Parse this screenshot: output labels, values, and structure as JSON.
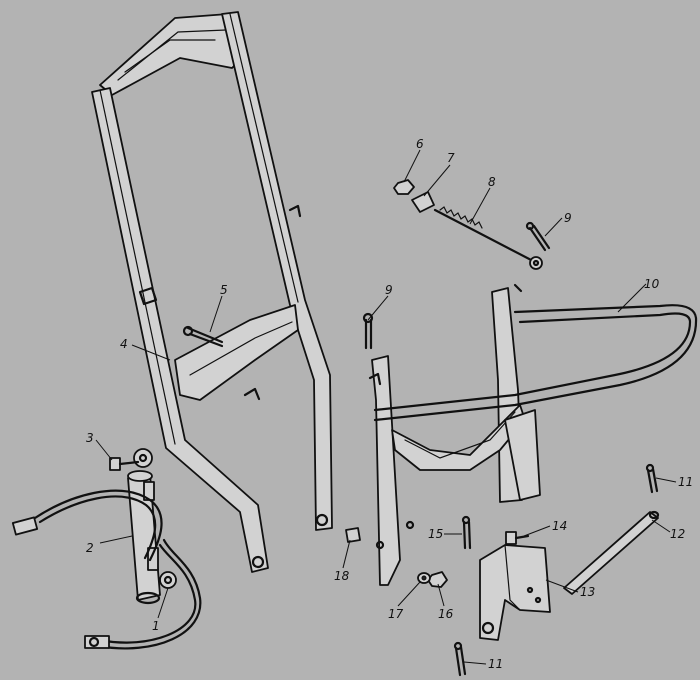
{
  "callouts": [
    {
      "id": "c1",
      "text": "1"
    },
    {
      "id": "c2",
      "text": "2"
    },
    {
      "id": "c3",
      "text": "3"
    },
    {
      "id": "c4",
      "text": "4"
    },
    {
      "id": "c5",
      "text": "5"
    },
    {
      "id": "c6",
      "text": "6"
    },
    {
      "id": "c7",
      "text": "7"
    },
    {
      "id": "c8",
      "text": "8"
    },
    {
      "id": "c9a",
      "text": "9"
    },
    {
      "id": "c9b",
      "text": "9"
    },
    {
      "id": "c10",
      "text": "10"
    },
    {
      "id": "c11a",
      "text": "11"
    },
    {
      "id": "c11b",
      "text": "11"
    },
    {
      "id": "c12",
      "text": "12"
    },
    {
      "id": "c13",
      "text": "13"
    },
    {
      "id": "c14",
      "text": "14"
    },
    {
      "id": "c15",
      "text": "15"
    },
    {
      "id": "c16",
      "text": "16"
    },
    {
      "id": "c17",
      "text": "17"
    },
    {
      "id": "c18",
      "text": "18"
    }
  ]
}
